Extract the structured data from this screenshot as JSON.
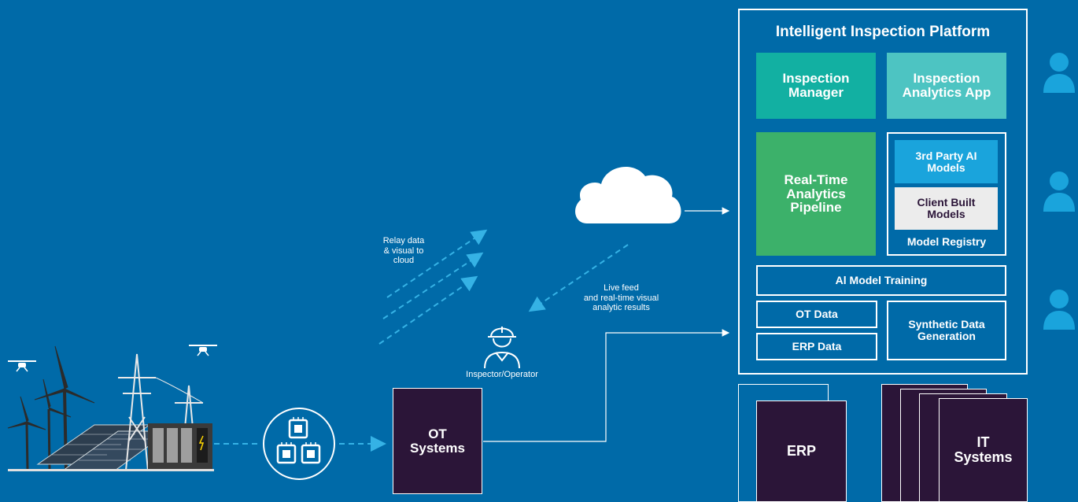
{
  "colors": {
    "background": "#006aa8",
    "teal_dark": "#12b0a2",
    "teal_light": "#4dc4c2",
    "green": "#3cb16a",
    "blue_light": "#1aa4dc",
    "grey_light": "#ececec",
    "dark_purple": "#2b1538",
    "dash_blue": "#35b2e5"
  },
  "platform": {
    "title": "Intelligent Inspection Platform",
    "inspection_manager": "Inspection\nManager",
    "analytics_app": "Inspection\nAnalytics App",
    "pipeline": "Real-Time\nAnalytics\nPipeline",
    "third_party": "3rd Party AI\nModels",
    "client_models": "Client Built\nModels",
    "model_registry": "Model Registry",
    "ai_training": "Al Model Training",
    "ot_data": "OT Data",
    "erp_data": "ERP Data",
    "synthetic": "Synthetic Data\nGeneration"
  },
  "systems": {
    "ot": "OT\nSystems",
    "erp": "ERP",
    "it": "IT\nSystems"
  },
  "labels": {
    "relay": "Relay data\n& visual to\ncloud",
    "live_feed": "Live feed\nand real-time visual\nanalytic results",
    "operator": "Inspector/Operator"
  },
  "icons": [
    "user-icon",
    "user-icon",
    "user-icon",
    "cloud-icon",
    "chip-icon",
    "operator-icon",
    "drone-icon",
    "wind-turbine-icon",
    "solar-panel-icon",
    "transmission-tower-icon"
  ]
}
